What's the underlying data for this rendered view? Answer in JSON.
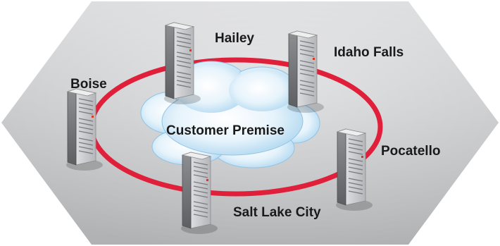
{
  "diagram": {
    "cloud_label": "Customer Premise",
    "ring_color": "#e0203a",
    "nodes": [
      {
        "id": "hailey",
        "label": "Hailey"
      },
      {
        "id": "idaho-falls",
        "label": "Idaho Falls"
      },
      {
        "id": "boise",
        "label": "Boise"
      },
      {
        "id": "pocatello",
        "label": "Pocatello"
      },
      {
        "id": "salt-lake-city",
        "label": "Salt Lake City"
      }
    ]
  }
}
